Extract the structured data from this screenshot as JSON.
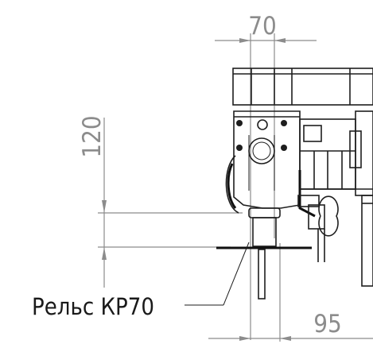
{
  "dimensions": {
    "top_width": "70",
    "rail_height": "120",
    "bottom_width": "95"
  },
  "callout": {
    "label": "Рельс КР70"
  }
}
